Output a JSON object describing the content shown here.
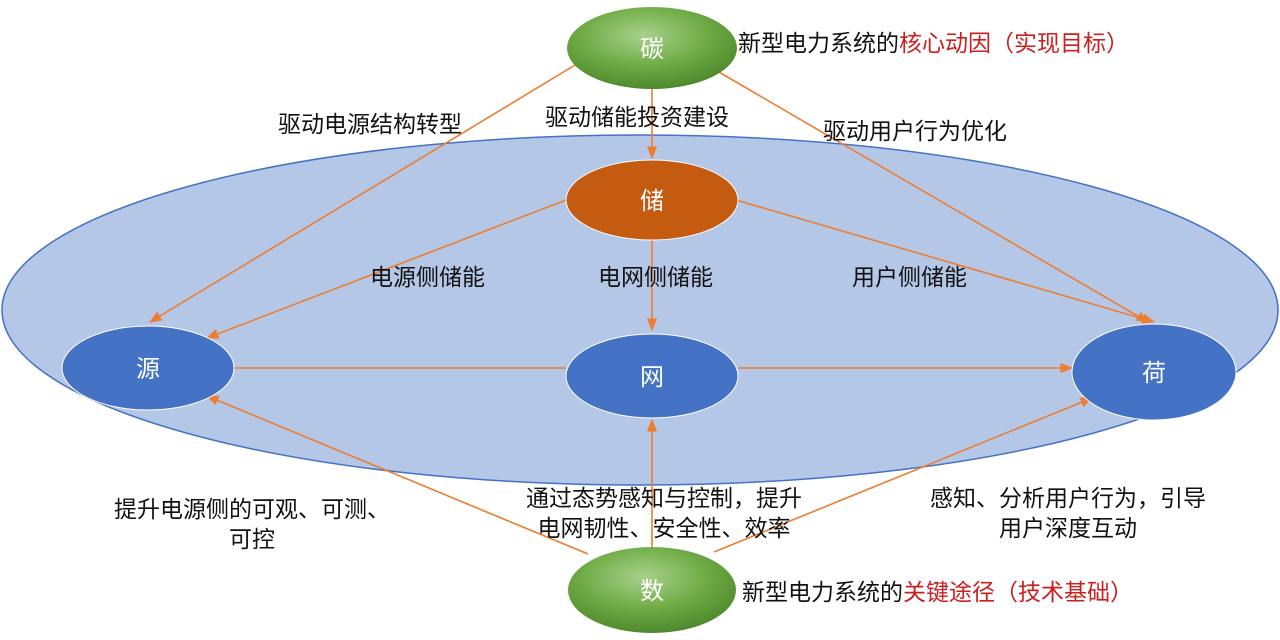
{
  "nodes": {
    "carbon": "碳",
    "storage": "储",
    "source": "源",
    "grid": "网",
    "load": "荷",
    "data": "数"
  },
  "captions": {
    "carbon_prefix": "新型电力系统的",
    "carbon_highlight": "核心动因（实现目标）",
    "data_prefix": "新型电力系统的",
    "data_highlight": "关键途径（技术基础）"
  },
  "edge_labels": {
    "carbon_to_source": "驱动电源结构转型",
    "carbon_to_storage": "驱动储能投资建设",
    "carbon_to_load": "驱动用户行为优化",
    "storage_to_source": "电源侧储能",
    "storage_to_grid": "电网侧储能",
    "storage_to_load": "用户侧储能",
    "data_to_source_line1": "提升电源侧的可观、可测、",
    "data_to_source_line2": "可控",
    "data_to_grid_line1": "通过态势感知与控制，提升",
    "data_to_grid_line2": "电网韧性、安全性、效率",
    "data_to_load_line1": "感知、分析用户行为，引导",
    "data_to_load_line2": "用户深度互动"
  },
  "colors": {
    "big_ellipse": "#b4c7e7",
    "big_ellipse_border": "#4472c4",
    "blue_node": "#4472c4",
    "storage_node": "#c55a11",
    "green_node": "#70ad47",
    "arrow": "#ed7d31",
    "highlight": "#cc1f1f"
  }
}
